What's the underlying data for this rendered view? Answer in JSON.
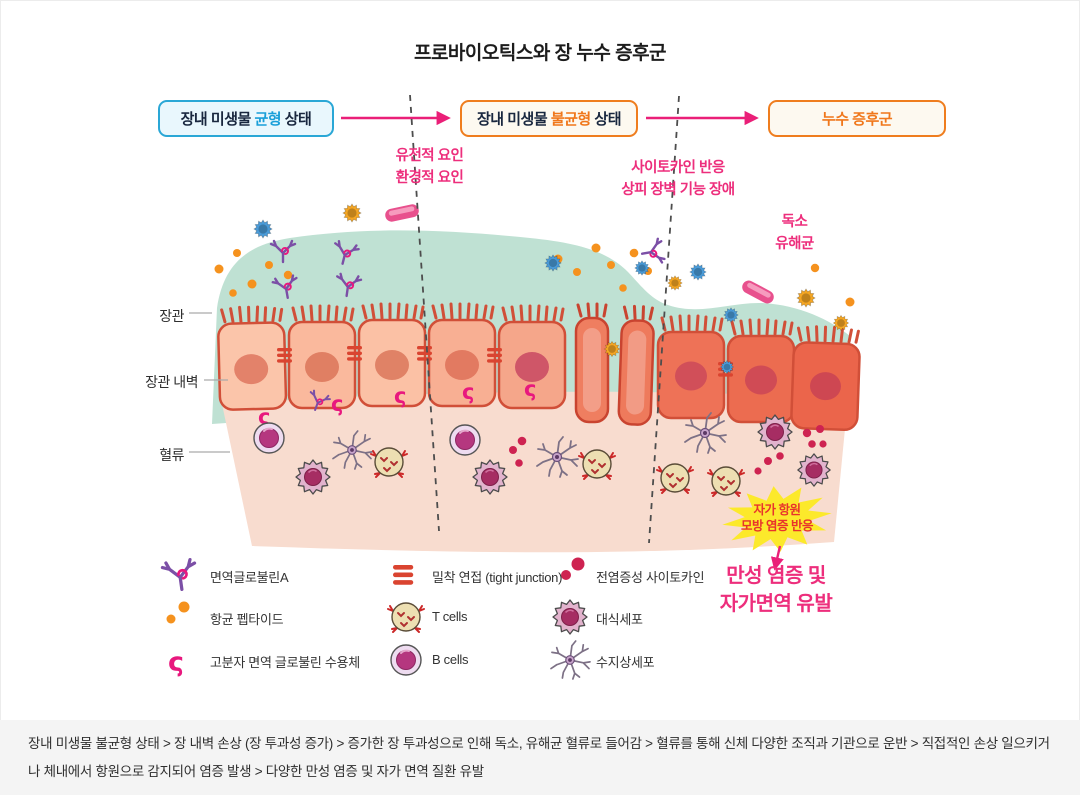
{
  "title": "프로바이오틱스와 장 누수 증후군",
  "flow": {
    "balanced_box": {
      "prefix": "장내 미생물 ",
      "highlight": "균형",
      "suffix": " 상태"
    },
    "imbalanced_box": {
      "prefix": "장내 미생물 ",
      "highlight": "불균형",
      "suffix": " 상태"
    },
    "leaky_box": {
      "label": "누수 증후군"
    },
    "factors_1": "유전적 요인\n환경적 요인",
    "factors_2": "사이토카인 반응\n상피 장벽 기능 장애",
    "toxin_label": "독소\n유해균"
  },
  "diagram": {
    "region_labels": [
      "장관",
      "장관 내벽",
      "혈류"
    ],
    "starburst_text": "자가 항원\n모방 염증 반응",
    "outcome_text": "만성 염증 및\n자가면역 유발"
  },
  "legend": {
    "items": [
      {
        "icon": "immunoglobulin-a-icon",
        "label": "면역글로불린A"
      },
      {
        "icon": "antimicrobial-peptide-icon",
        "label": "항균 펩타이드"
      },
      {
        "icon": "polymeric-immunoglobulin-receptor-icon",
        "label": "고분자 면역 글로불린 수용체"
      },
      {
        "icon": "tight-junction-icon",
        "label": "밀착 연접 (tight junction)"
      },
      {
        "icon": "t-cell-icon",
        "label": "T cells"
      },
      {
        "icon": "b-cell-icon",
        "label": "B cells"
      },
      {
        "icon": "pro-inflammatory-cytokine-icon",
        "label": "전염증성 사이토카인"
      },
      {
        "icon": "macrophage-icon",
        "label": "대식세포"
      },
      {
        "icon": "dendritic-cell-icon",
        "label": "수지상세포"
      }
    ]
  },
  "footer": {
    "process_text": "장내 미생물 불균형 상태 > 장 내벽 손상 (장 투과성 증가) > 증가한 장 투과성으로 인해 독소, 유해균 혈류로 들어감 > 혈류를 통해 신체 다양한 조직과 기관으로 운반 > 직접적인 손상 일으키거나 체내에서 항원으로 감지되어 염증 발생 > 다양한 만성 염증 및 자가 면역 질환 유발"
  },
  "icons": {
    "receptor_glyph": "ς"
  },
  "colors": {
    "accent_pink": "#ea2a7a",
    "blue_border": "#2aa7d6",
    "blue_text": "#1a9fd9",
    "blue_bg": "#e9f7fd",
    "orange_border": "#ef7d1e",
    "orange_text": "#f0771b",
    "orange_bg": "#fdf9f0",
    "lumen_teal": "#bfe1d3",
    "blood_pink": "#f8dccf",
    "starburst_yellow": "#fce92b",
    "starburst_text_red": "#e8332c",
    "footer_bg": "#f4f4f4"
  }
}
